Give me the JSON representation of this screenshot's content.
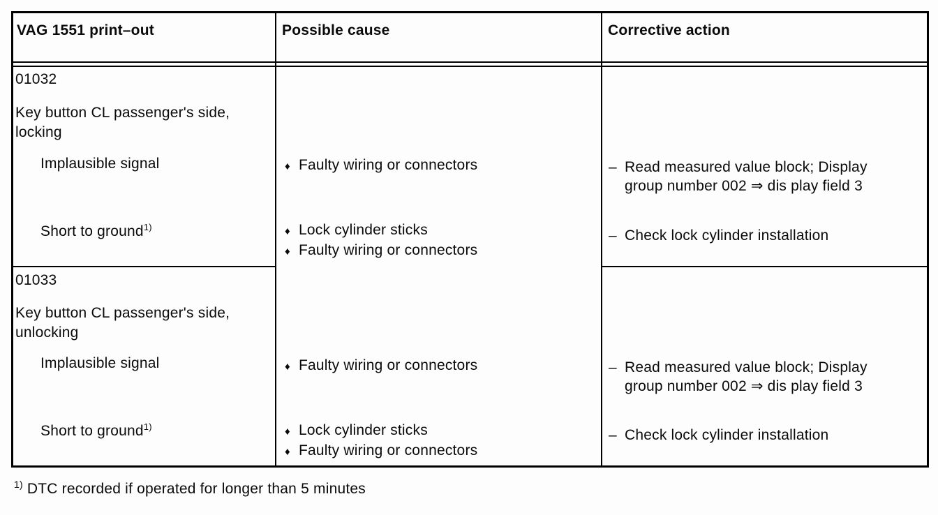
{
  "glyphs": {
    "bullet": "♦",
    "dash": "–"
  },
  "header": {
    "col1": "VAG 1551 print–out",
    "col2": "Possible cause",
    "col3": "Corrective action"
  },
  "sections": [
    {
      "code": "01032",
      "component_line1": "Key button CL passenger's side,",
      "component_line2": "locking",
      "faults": [
        {
          "name": "Implausible signal",
          "sup": "",
          "causes": [
            "Faulty wiring or connectors"
          ],
          "action_lines": [
            "Read measured value block; Display",
            "group number 002 ⇒ dis play field 3"
          ]
        },
        {
          "name": "Short to ground",
          "sup": "1)",
          "causes": [
            "Lock cylinder sticks",
            "Faulty wiring or connectors"
          ],
          "action_lines": [
            "Check lock cylinder installation"
          ]
        }
      ]
    },
    {
      "code": "01033",
      "component_line1": "Key button CL passenger's side,",
      "component_line2": "unlocking",
      "faults": [
        {
          "name": "Implausible signal",
          "sup": "",
          "causes": [
            "Faulty wiring or connectors"
          ],
          "action_lines": [
            "Read measured value block; Display",
            "group number 002 ⇒ dis play field 3"
          ]
        },
        {
          "name": "Short to ground",
          "sup": "1)",
          "causes": [
            "Lock cylinder sticks",
            "Faulty wiring or connectors"
          ],
          "action_lines": [
            "Check lock cylinder installation"
          ]
        }
      ]
    }
  ],
  "footnote": {
    "marker": "1)",
    "text": "DTC recorded if operated for longer than 5 minutes"
  }
}
